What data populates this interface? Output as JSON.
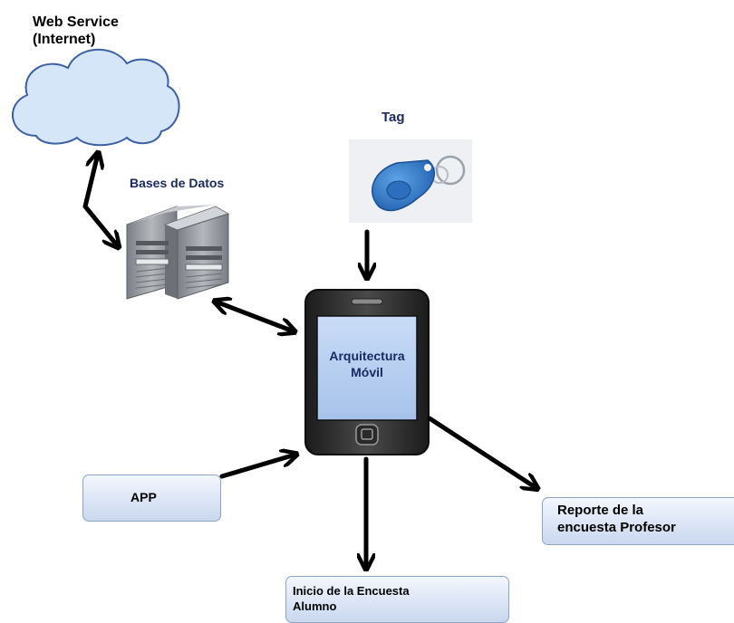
{
  "web_service": {
    "line1": "Web Service",
    "line2": "(Internet)"
  },
  "tag": {
    "label": "Tag"
  },
  "database": {
    "label": "Bases de Datos"
  },
  "phone": {
    "line1": "Arquitectura",
    "line2": "Móvil"
  },
  "app": {
    "label": "APP"
  },
  "report": {
    "line1": "Reporte de la",
    "line2": "encuesta Profesor"
  },
  "survey": {
    "line1": "Inicio de la Encuesta",
    "line2": "Alumno"
  }
}
